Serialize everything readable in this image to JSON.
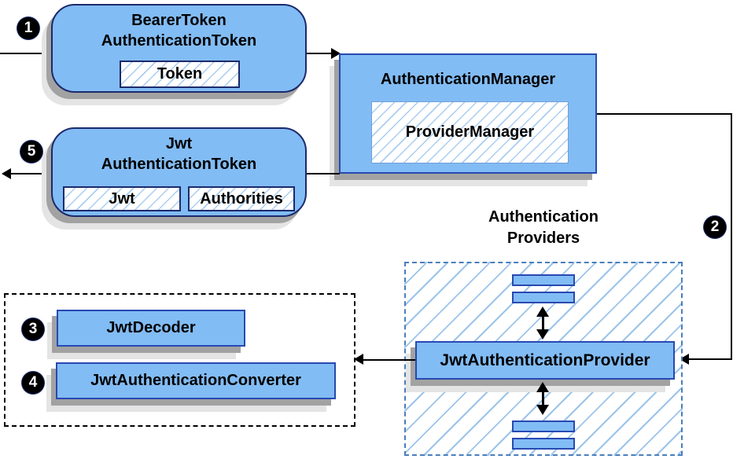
{
  "steps": {
    "s1": "1",
    "s2": "2",
    "s3": "3",
    "s4": "4",
    "s5": "5"
  },
  "nodes": {
    "bearer_token": {
      "title1": "BearerToken",
      "title2": "AuthenticationToken",
      "token": "Token"
    },
    "authentication_manager": {
      "title": "AuthenticationManager",
      "provider_manager": "ProviderManager"
    },
    "jwt_authentication_token": {
      "title1": "Jwt",
      "title2": "AuthenticationToken",
      "jwt": "Jwt",
      "authorities": "Authorities"
    },
    "authentication_providers": {
      "label1": "Authentication",
      "label2": "Providers"
    },
    "jwt_authentication_provider": {
      "label": "JwtAuthenticationProvider"
    },
    "jwt_decoder": {
      "label": "JwtDecoder"
    },
    "jwt_authentication_converter": {
      "label": "JwtAuthenticationConverter"
    }
  },
  "colors": {
    "node_fill": "#82bcf4",
    "rounded_border": "#1b2a6b",
    "rect_border": "#2749b2",
    "inner_border": "#1b2a6b",
    "pm_border": "#6f9fd8",
    "hatch_line": "#aacdf0",
    "providers_hatch": "#9cc4ea",
    "providers_border": "#4a7ebc",
    "dashed_box_border": "#000000",
    "shadow_dark": "#a2a2a2",
    "shadow_light": "#e4e4e4",
    "arrow": "#000000",
    "badge_bg": "#000000",
    "badge_text": "#ffffff"
  }
}
